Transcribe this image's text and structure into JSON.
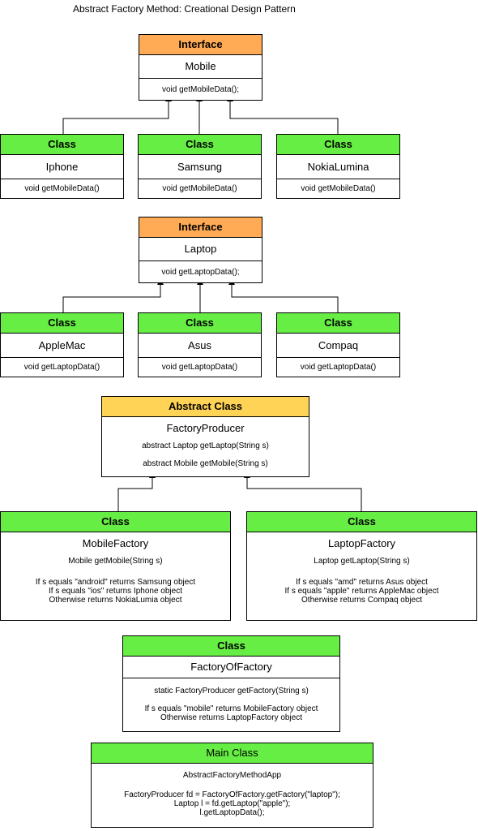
{
  "title": "Abstract Factory Method: Creational Design Pattern",
  "mobile_interface": {
    "stereotype": "Interface",
    "name": "Mobile",
    "method": "void getMobileData();"
  },
  "mobile_classes": [
    {
      "stereotype": "Class",
      "name": "Iphone",
      "method": "void getMobileData()"
    },
    {
      "stereotype": "Class",
      "name": "Samsung",
      "method": "void getMobileData()"
    },
    {
      "stereotype": "Class",
      "name": "NokiaLumina",
      "method": "void getMobileData()"
    }
  ],
  "laptop_interface": {
    "stereotype": "Interface",
    "name": "Laptop",
    "method": "void getLaptopData();"
  },
  "laptop_classes": [
    {
      "stereotype": "Class",
      "name": "AppleMac",
      "method": "void getLaptopData()"
    },
    {
      "stereotype": "Class",
      "name": "Asus",
      "method": "void getLaptopData()"
    },
    {
      "stereotype": "Class",
      "name": "Compaq",
      "method": "void getLaptopData()"
    }
  ],
  "factory_producer": {
    "stereotype": "Abstract Class",
    "name": "FactoryProducer",
    "method_laptop": "abstract Laptop getLaptop(String s)",
    "method_mobile": "abstract Mobile getMobile(String s)"
  },
  "mobile_factory": {
    "stereotype": "Class",
    "name": "MobileFactory",
    "method": "Mobile getMobile(String s)",
    "logic": "If s equals \"android\" returns Samsung object\nIf s equals \"ios\" returns Iphone object\nOtherwise returns NokiaLumia object"
  },
  "laptop_factory": {
    "stereotype": "Class",
    "name": "LaptopFactory",
    "method": "Laptop getLaptop(String s)",
    "logic": "If s equals \"amd\" returns Asus object\nIf s equals \"apple\" returns AppleMac object\nOtherwise returns Compaq object"
  },
  "factory_of_factory": {
    "stereotype": "Class",
    "name": "FactoryOfFactory",
    "method": "static FactoryProducer getFactory(String s)",
    "logic": "If s equals \"mobile\" returns MobileFactory object\nOtherwise returns LaptopFactory object"
  },
  "main_class": {
    "stereotype": "Main Class",
    "name": "AbstractFactoryMethodApp",
    "code": "FactoryProducer fd = FactoryOfFactory.getFactory(\"laptop\");\nLaptop l = fd.getLaptop(\"apple\");\nl.getLaptopData();"
  }
}
